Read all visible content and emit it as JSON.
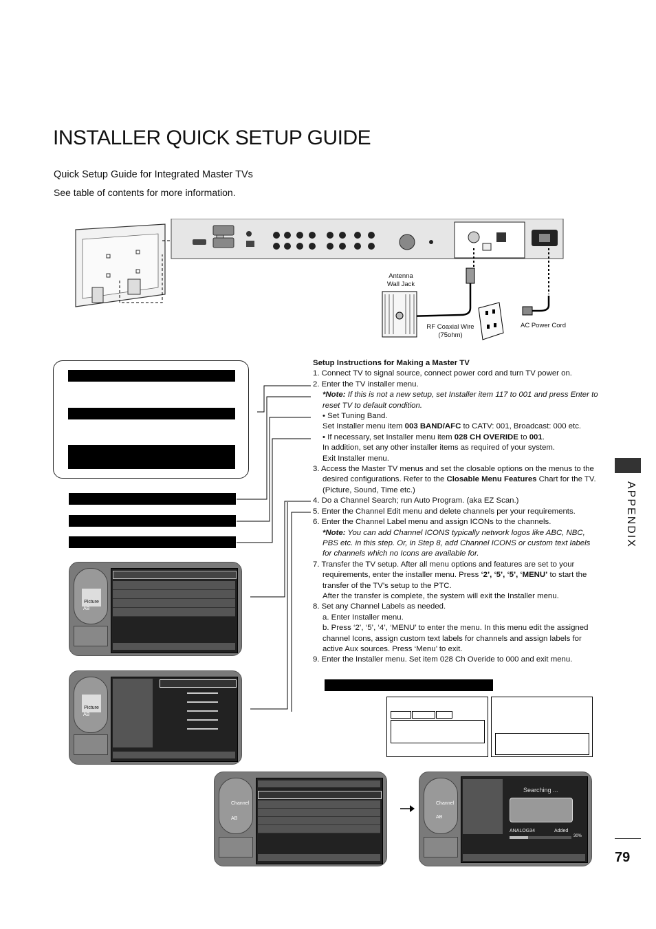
{
  "page": {
    "title": "INSTALLER QUICK SETUP GUIDE",
    "subtitle": "Quick Setup Guide for Integrated Master TVs",
    "subnote": "See table of contents for more information.",
    "section_tab": "APPENDIX",
    "page_number": "79"
  },
  "diagram": {
    "antenna_label_1": "Antenna",
    "antenna_label_2": "Wall Jack",
    "rf_label_1": "RF Coaxial Wire",
    "rf_label_2": "(75ohm)",
    "ac_label": "AC Power Cord"
  },
  "instructions": {
    "heading": "Setup Instructions for Making a Master TV",
    "s1": "1. Connect TV to signal source, connect power cord and turn TV power on.",
    "s2": "2. Enter the TV installer menu.",
    "s2_note_label": "*Note:",
    "s2_note": " If this is not a new setup, set Installer item 117 to 001 and press Enter to reset TV to default condition.",
    "s2_b1": "• Set Tuning Band.",
    "s2_b1a_pre": "Set Installer menu item ",
    "s2_b1a_bold": "003 BAND/AFC",
    "s2_b1a_post": " to CATV: 001, Broadcast: 000 etc.",
    "s2_b2_pre": "• If necessary, set Installer menu item ",
    "s2_b2_bold": "028 CH OVERIDE",
    "s2_b2_mid": " to ",
    "s2_b2_bold2": "001",
    "s2_b2_post": ".",
    "s2_b3": "In addition, set any other installer items as required of your system.",
    "s2_b4": "Exit Installer menu.",
    "s3_pre": "3. Access the Master TV menus and set the closable options on the menus to the desired configurations. Refer to the ",
    "s3_bold": "Closable Menu Features",
    "s3_post": " Chart for the TV. (Picture, Sound, Time etc.)",
    "s4": "4. Do a Channel Search; run Auto Program. (aka EZ Scan.)",
    "s5": "5. Enter the Channel Edit menu and delete channels per your requirements.",
    "s6": "6. Enter the Channel Label menu and assign ICONs to the channels.",
    "s6_note_label": "*Note:",
    "s6_note": " You can add Channel ICONS typically network logos like ABC, NBC, PBS etc. in this step. Or, in Step 8, add Channel ICONS or custom text labels for channels which no Icons are available for.",
    "s7_pre": "7.  Transfer the TV setup. After all menu options and features are set to your requirements, enter the installer menu. Press ",
    "s7_bold": "‘2’, ‘5’, ‘5’, ‘MENU’",
    "s7_post": " to start the transfer of the TV’s setup to the PTC.",
    "s7_b": "After the transfer is complete, the system will exit the Installer menu.",
    "s8": "8. Set any Channel Labels as needed.",
    "s8_a": "a. Enter Installer menu.",
    "s8_b": "b. Press ‘2’, ‘5’, ‘4’, ‘MENU’ to enter the menu. In this menu edit the assigned",
    "s8_c": "channel Icons, assign custom text labels for channels and assign labels for active Aux sources. Press ‘Menu’ to exit.",
    "s9": "9. Enter the Installer menu. Set item 028 Ch Overide to 000 and exit menu."
  },
  "osd": {
    "picture_label": "Picture",
    "channel_label": "Channel",
    "ab_label": "AB",
    "searching": "Searching ...",
    "analog": "ANALOG34",
    "added": "Added",
    "progress_text": "30%",
    "progress_value": 0.3
  }
}
